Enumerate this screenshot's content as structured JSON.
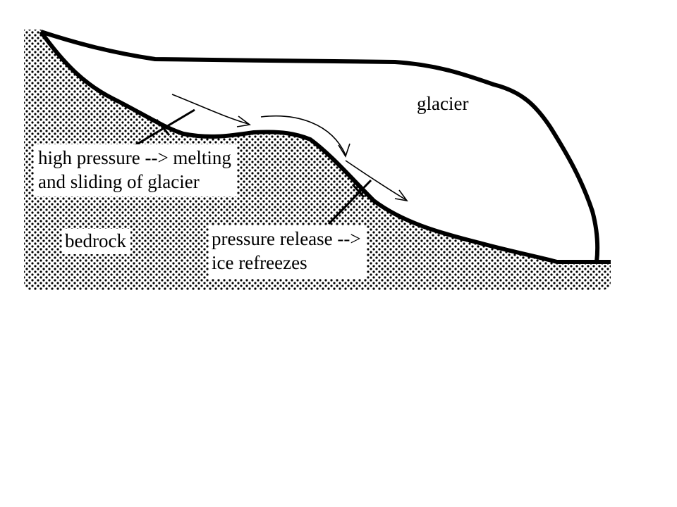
{
  "labels": {
    "glacier": "glacier",
    "bedrock": "bedrock",
    "high_pressure_line1": "high pressure --> melting",
    "high_pressure_line2": "and sliding of glacier",
    "pressure_release_line1": "pressure release -->",
    "pressure_release_line2": "ice refreezes"
  },
  "colors": {
    "outline": "#000000",
    "bedrock_fill": "#000000",
    "background": "#ffffff"
  }
}
